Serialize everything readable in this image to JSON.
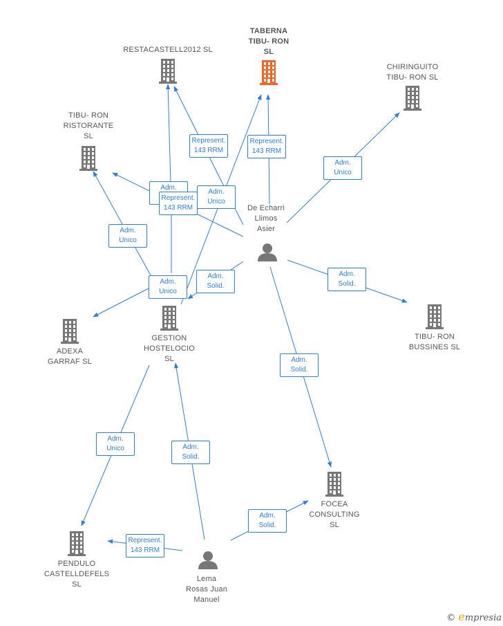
{
  "colors": {
    "edge": "#2f7ed8",
    "company": "#777777",
    "main_company": "#f26522",
    "person": "#777777"
  },
  "nodes": [
    {
      "id": "taberna",
      "type": "company",
      "main": true,
      "label": [
        "TABERNA",
        "TIBU- RON",
        "SL"
      ]
    },
    {
      "id": "restacastell",
      "type": "company",
      "label": [
        "RESTACASTELL2012 SL"
      ]
    },
    {
      "id": "chiringuito",
      "type": "company",
      "label": [
        "CHIRINGUITO",
        "TIBU- RON  SL"
      ]
    },
    {
      "id": "ristorante",
      "type": "company",
      "label": [
        "TIBU- RON",
        "RISTORANTE",
        "SL"
      ]
    },
    {
      "id": "adexa",
      "type": "company",
      "label": [
        "ADEXA",
        "GARRAF  SL"
      ]
    },
    {
      "id": "gestion",
      "type": "company",
      "label": [
        "GESTION",
        "HOSTELOCIO",
        "SL"
      ]
    },
    {
      "id": "bussines",
      "type": "company",
      "label": [
        "TIBU- RON",
        "BUSSINES  SL"
      ]
    },
    {
      "id": "focea",
      "type": "company",
      "label": [
        "FOCEA",
        "CONSULTING",
        "SL"
      ]
    },
    {
      "id": "pendulo",
      "type": "company",
      "label": [
        "PENDULO",
        "CASTELLDEFELS",
        "SL"
      ]
    },
    {
      "id": "asier",
      "type": "person",
      "label": [
        "De Echarri",
        "Llimos",
        "Asier"
      ]
    },
    {
      "id": "lema",
      "type": "person",
      "label": [
        "Lema",
        "Rosas Juan",
        "Manuel"
      ]
    }
  ],
  "edges": [
    {
      "id": "e1",
      "label": [
        "Represent.",
        "143 RRM"
      ]
    },
    {
      "id": "e2",
      "label": [
        "Represent.",
        "143 RRM"
      ]
    },
    {
      "id": "e3",
      "label": [
        "Adm.",
        "Unico"
      ]
    },
    {
      "id": "e4",
      "label": [
        "Adm.",
        "Unico"
      ]
    },
    {
      "id": "e5",
      "label": [
        "Adm.",
        "Unico"
      ]
    },
    {
      "id": "e6",
      "label": [
        "Represent.",
        "143 RRM"
      ]
    },
    {
      "id": "e7",
      "label": [
        "Adm.",
        "Unico"
      ]
    },
    {
      "id": "e8",
      "label": [
        "Adm.",
        "Unico"
      ]
    },
    {
      "id": "e9",
      "label": [
        "Adm.",
        "Solid."
      ]
    },
    {
      "id": "e10",
      "label": [
        "Adm.",
        "Solid."
      ]
    },
    {
      "id": "e11",
      "label": [
        "Adm.",
        "Solid."
      ]
    },
    {
      "id": "e12",
      "label": [
        "Adm.",
        "Unico"
      ]
    },
    {
      "id": "e13",
      "label": [
        "Adm.",
        "Solid."
      ]
    },
    {
      "id": "e14",
      "label": [
        "Represent.",
        "143 RRM"
      ]
    },
    {
      "id": "e15",
      "label": [
        "Adm.",
        "Solid."
      ]
    }
  ],
  "watermark": {
    "copyright": "©",
    "brand_initial": "e",
    "brand_rest": "mpresia"
  }
}
